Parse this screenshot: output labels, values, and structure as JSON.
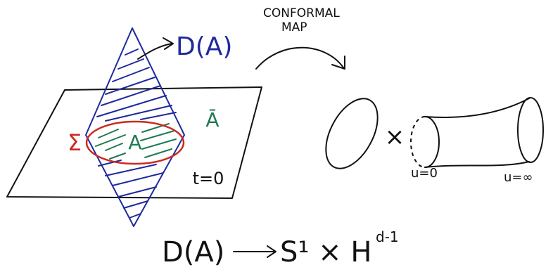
{
  "labels": {
    "domain": "D(A)",
    "conformal_line1": "CONFORMAL",
    "conformal_line2": "MAP",
    "region": "A",
    "complement": "Ā",
    "surface": "Σ",
    "time_slice": "t=0",
    "cross": "×",
    "u_zero": "u=0",
    "u_inf": "u=∞",
    "formula_lhs": "D(A)",
    "formula_rhs": "S¹ × H",
    "formula_exp": "d-1"
  },
  "colors": {
    "ink": "#111111",
    "blue": "#1f2a9c",
    "red": "#cc2a22",
    "green": "#1f7a52"
  },
  "icons": {
    "arrow": "arrow-right-icon",
    "conformal_arrow": "curved-arrow-icon"
  }
}
